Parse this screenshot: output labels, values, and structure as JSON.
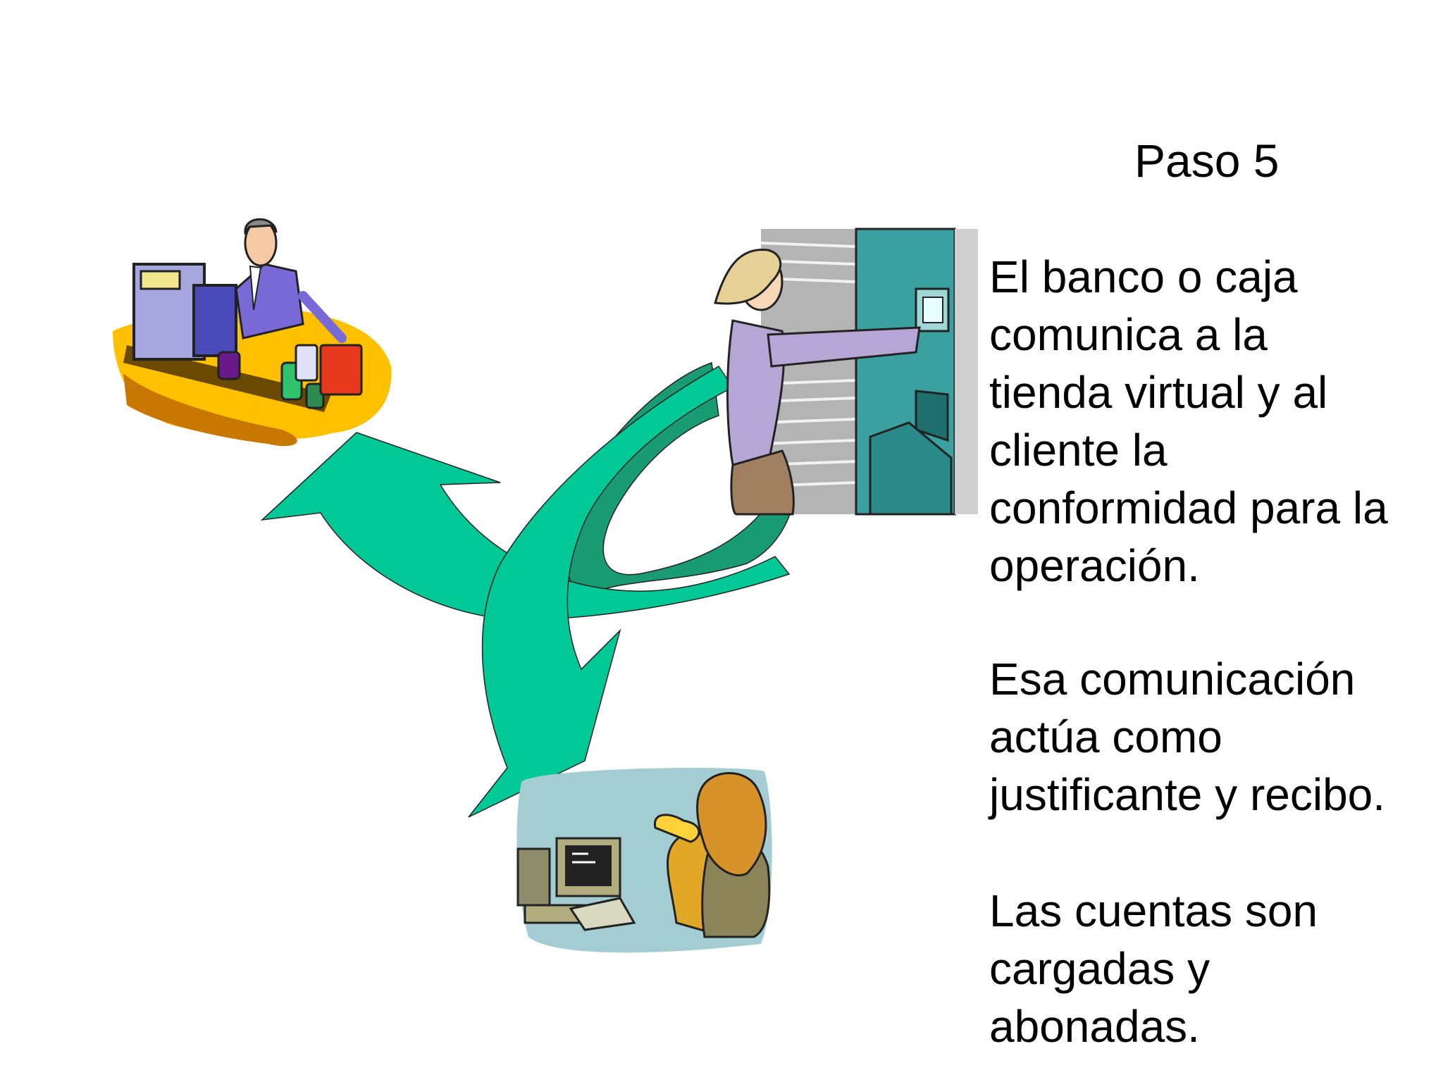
{
  "slide": {
    "title": "Paso 5",
    "paragraphs": [
      {
        "lines": [
          "El banco o caja",
          "comunica a la",
          "tienda virtual y al",
          "cliente la",
          "conformidad para la",
          "operación."
        ]
      },
      {
        "lines": [
          "Esa comunicación",
          "actúa como",
          "justificante y recibo."
        ]
      },
      {
        "lines": [
          "Las cuentas son",
          "cargadas y",
          "abonadas."
        ]
      }
    ]
  },
  "colors": {
    "arrow_light": "#00c896",
    "arrow_dark": "#199b73",
    "counter": "#ffc000"
  },
  "icons": [
    "shop-clerk-icon",
    "bank-atm-icon",
    "computer-user-icon",
    "cycle-arrows-icon"
  ]
}
